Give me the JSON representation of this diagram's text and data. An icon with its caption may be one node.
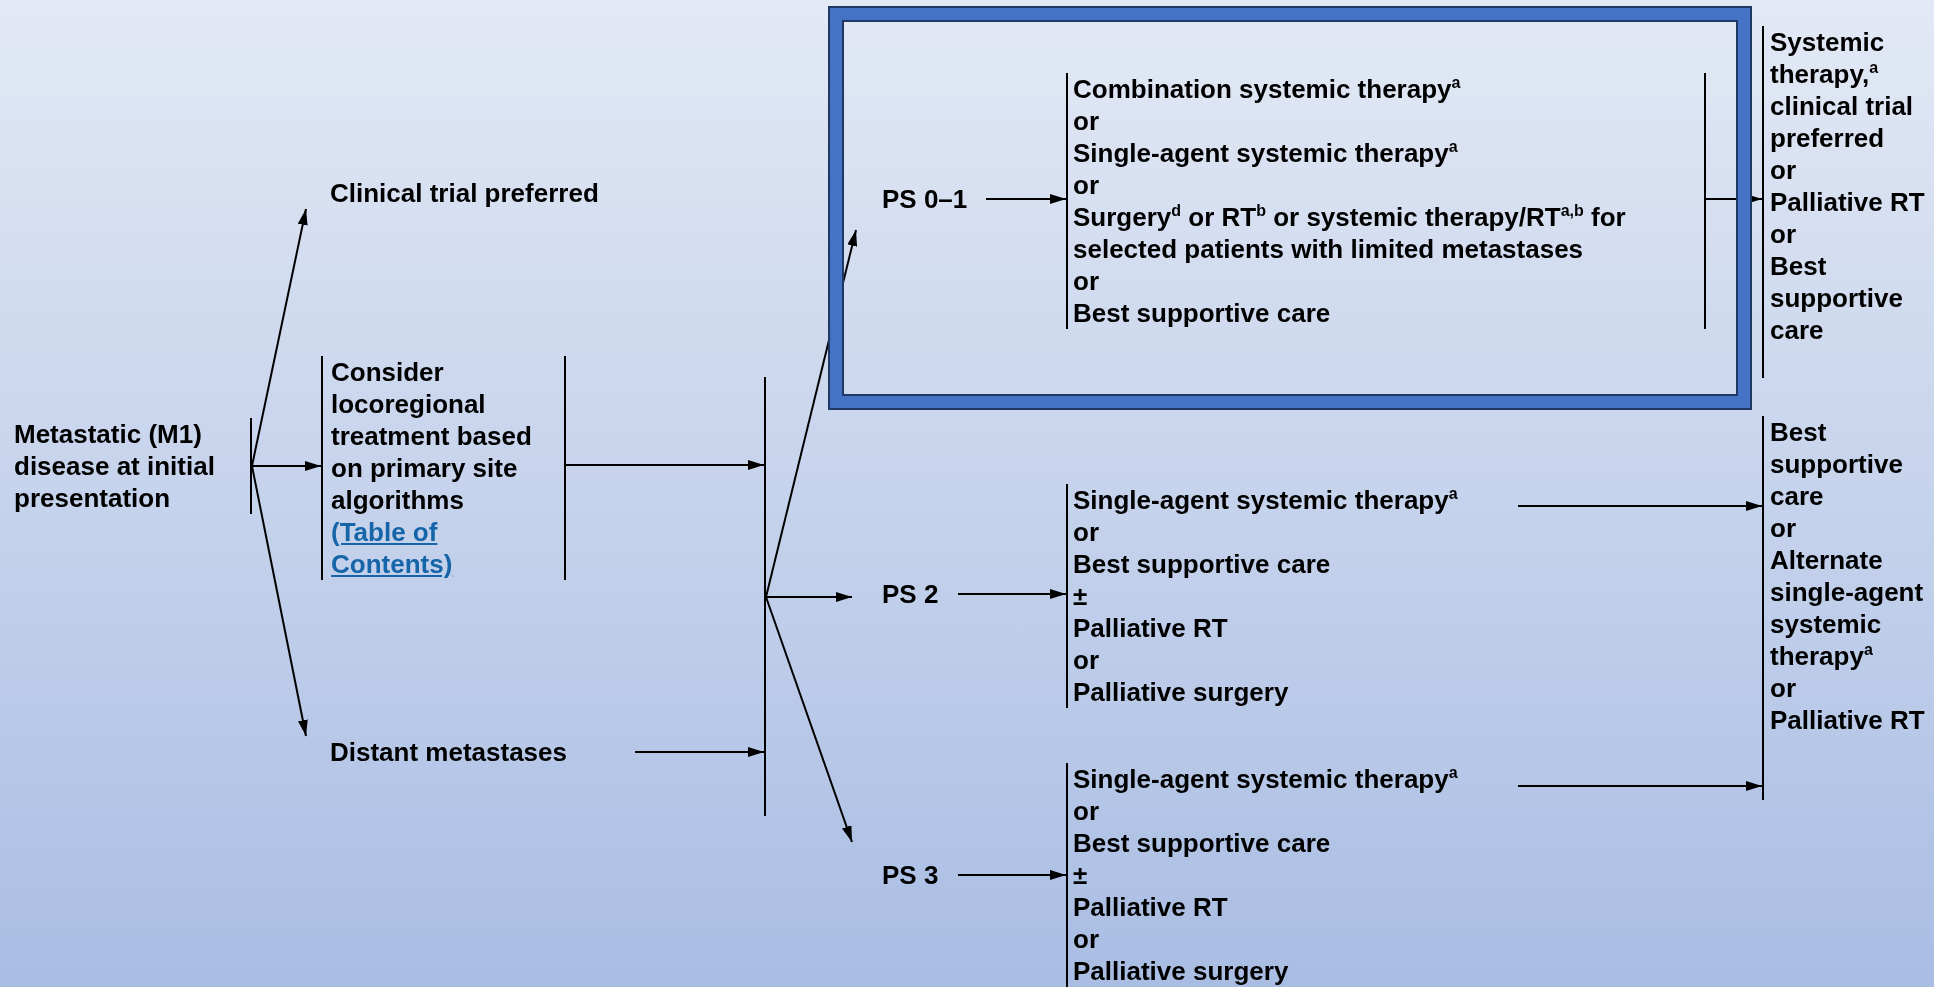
{
  "diagram": {
    "nodes": [
      {
        "text": [
          "Metastatic (M1) disease at initial presentation"
        ]
      },
      {
        "text": [
          "Clinical trial preferred"
        ]
      },
      {
        "text": [
          "Consider locoregional treatment based on primary site algorithms",
          "(Table of Contents)"
        ]
      },
      {
        "text": [
          "Distant metastases"
        ]
      },
      {
        "text": [],
        "shape": "bar"
      },
      {
        "text": [],
        "shape": "box"
      },
      {
        "text": [
          "PS 0–1"
        ],
        "in": 5
      },
      {
        "text": [
          "Combination systemic therapy$^{a}$",
          "or",
          "Single-agent systemic therapy$^{a}$",
          "or",
          "Surgery$^{d}$ or RT$^{b}$ or systemic therapy/RT$^{a,b}$ for selected patients with limited metastases",
          "or",
          "Best supportive care"
        ],
        "in": 5
      },
      {
        "text": [
          "Systemic therapy,$^{a}$ clinical trial preferred",
          "or",
          "Palliative RT",
          "or",
          "Best supportive care"
        ]
      },
      {
        "text": [
          "PS 2"
        ]
      },
      {
        "text": [
          "Single-agent systemic therapy$^{a}$",
          "or",
          "Best supportive care",
          "±",
          "Palliative RT",
          "or",
          "Palliative surgery"
        ]
      },
      {
        "text": [
          "PS 3"
        ]
      },
      {
        "text": [
          "Single-agent systemic therapy$^{a}$",
          "or",
          "Best supportive care",
          "±",
          "Palliative RT",
          "or",
          "Palliative surgery"
        ]
      },
      {
        "text": [
          "Best supportive care",
          "or",
          "Alternate single-agent systemic therapy$^{a}$",
          "or",
          "Palliative RT"
        ]
      }
    ],
    "edges": [
      {
        "from": 0,
        "to": 1,
        "arrow": "to"
      },
      {
        "from": 0,
        "to": 2,
        "arrow": "to"
      },
      {
        "from": 0,
        "to": 3,
        "arrow": "to"
      },
      {
        "from": 2,
        "to": 4,
        "arrow": "to"
      },
      {
        "from": 3,
        "to": 4,
        "arrow": "to"
      },
      {
        "from": 4,
        "to": 6,
        "arrow": "to"
      },
      {
        "from": 4,
        "to": 9,
        "arrow": "to"
      },
      {
        "from": 4,
        "to": 11,
        "arrow": "to"
      },
      {
        "from": 6,
        "to": 7,
        "arrow": "to"
      },
      {
        "from": 7,
        "to": 8,
        "arrow": "to"
      },
      {
        "from": 9,
        "to": 10,
        "arrow": "to"
      },
      {
        "from": 11,
        "to": 12,
        "arrow": "to"
      },
      {
        "from": 10,
        "to": 13,
        "arrow": "to"
      },
      {
        "from": 12,
        "to": 13,
        "arrow": "to"
      }
    ]
  }
}
